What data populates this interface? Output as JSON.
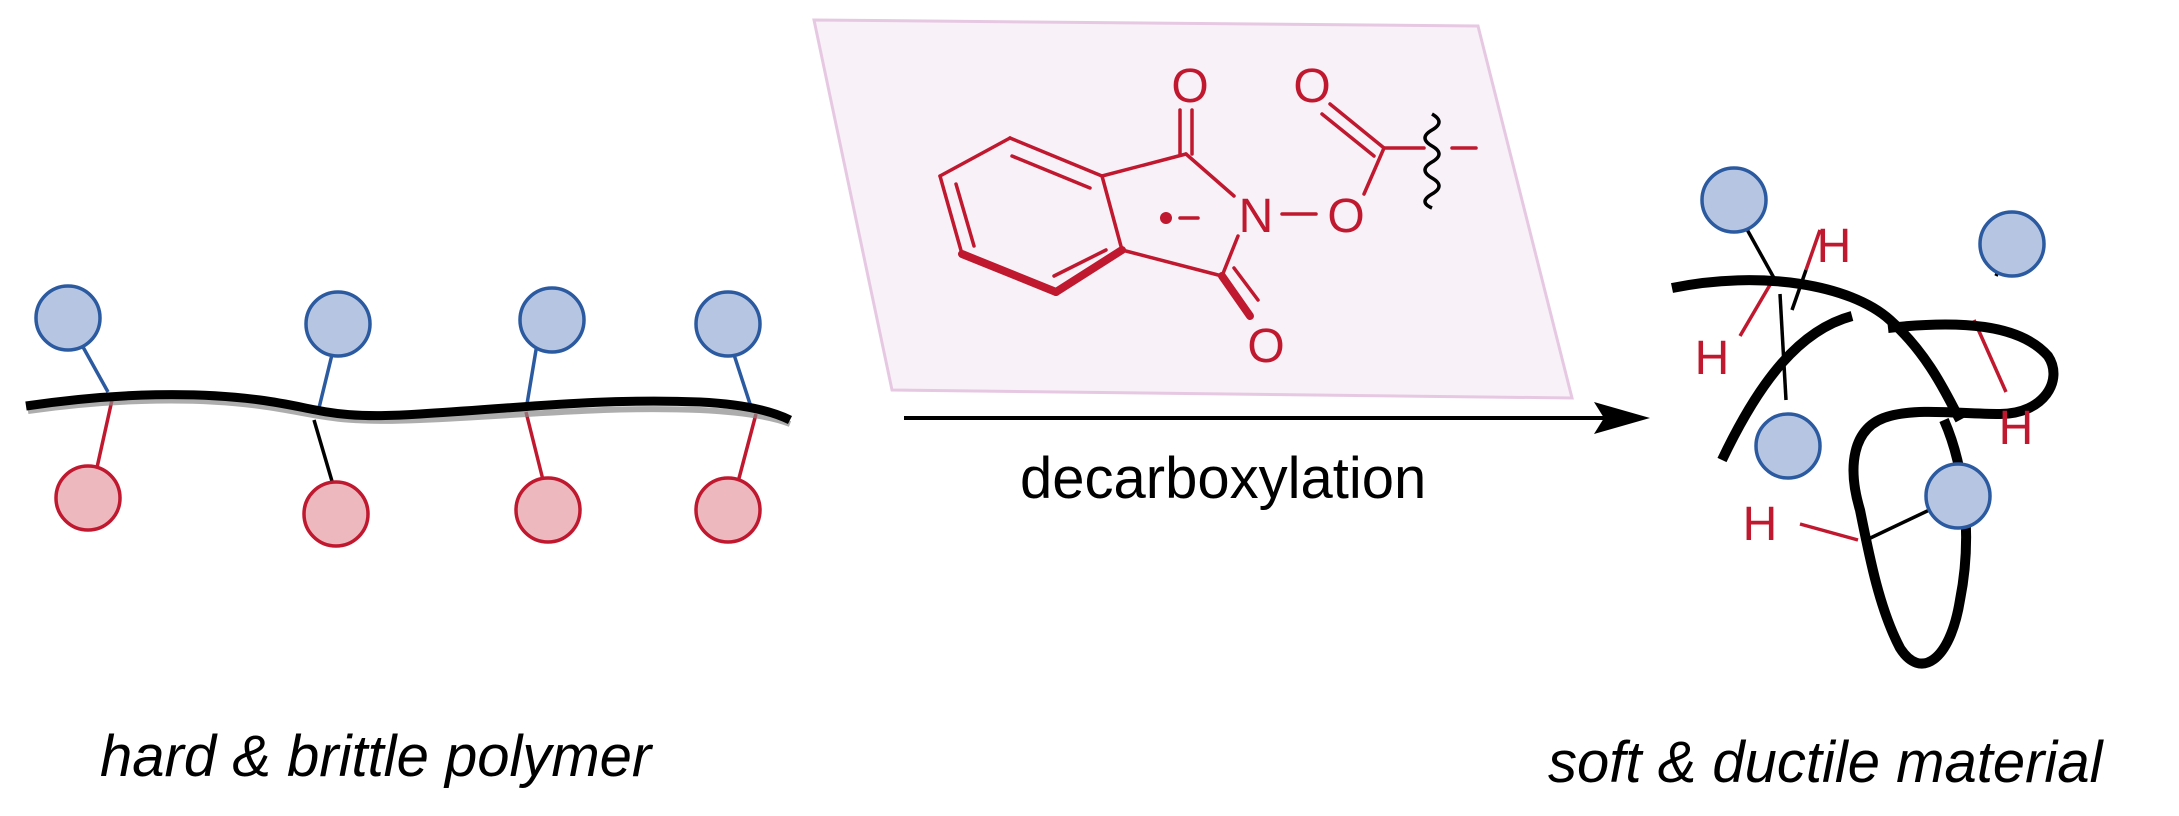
{
  "left_caption": "hard & brittle polymer",
  "right_caption": "soft & ductile material",
  "arrow_label": "decarboxylation",
  "reagent": {
    "atoms": {
      "oxygen_top": "O",
      "oxygen_bottom": "O",
      "nitrogen": "N",
      "oxygen_ester": "O",
      "oxygen_carbonyl": "O"
    }
  },
  "product": {
    "hydrogen_label": "H"
  },
  "colors": {
    "red": "#c0182e",
    "blue": "#2b5aa0",
    "blue_fill": "#b6c6e2",
    "red_fill": "#eeb8bf",
    "panel_fill": "#f8f1f8",
    "panel_stroke": "#e6c8e2",
    "chain": "#000000"
  }
}
